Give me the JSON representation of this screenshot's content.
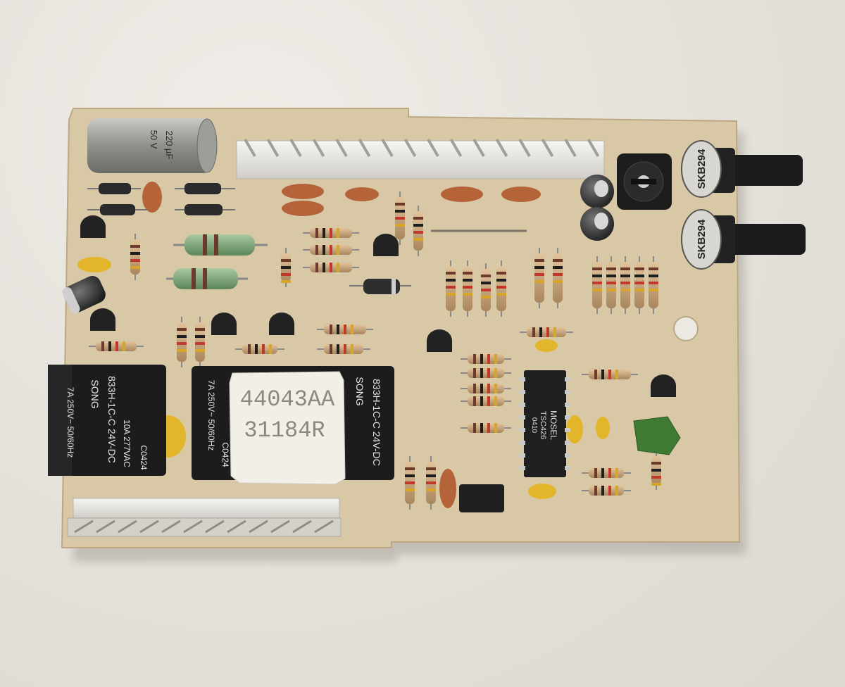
{
  "photo": {
    "subject": "printed-circuit-board",
    "colors": {
      "background": "#e4e0da",
      "board": "#d8c7a5",
      "relay": "#1c1c1c",
      "sticker": "#f1eee8",
      "connector": "#ecebe6",
      "capacitor_ceramic": "#b9663c",
      "resistor_body": "#c9a57a",
      "power_resistor": "#7fa277"
    }
  },
  "labels": {
    "capacitor_voltage": "50 V",
    "capacitor_value": "220 µF",
    "relay_left_brand": "SONG",
    "relay_left_model": "833H-1C-C 24V-DC",
    "relay_left_rating": "7A 250V~ 50/60Hz",
    "relay_left_rating2": "10A 277VAC",
    "relay_left_code": "C0424",
    "relay_right_brand": "SONG",
    "relay_right_model": "833H-1C-C 24V-DC",
    "relay_right_rating": "7A 250V~ 50/60Hz",
    "relay_right_code": "C0424",
    "sticker_line1": "44043AA",
    "sticker_line2": "31184R",
    "pot_top": "SKB294",
    "pot_bottom": "SKB294",
    "ic_brand": "MOSEL",
    "ic_part": "TSC426",
    "ic_code": "0410"
  }
}
